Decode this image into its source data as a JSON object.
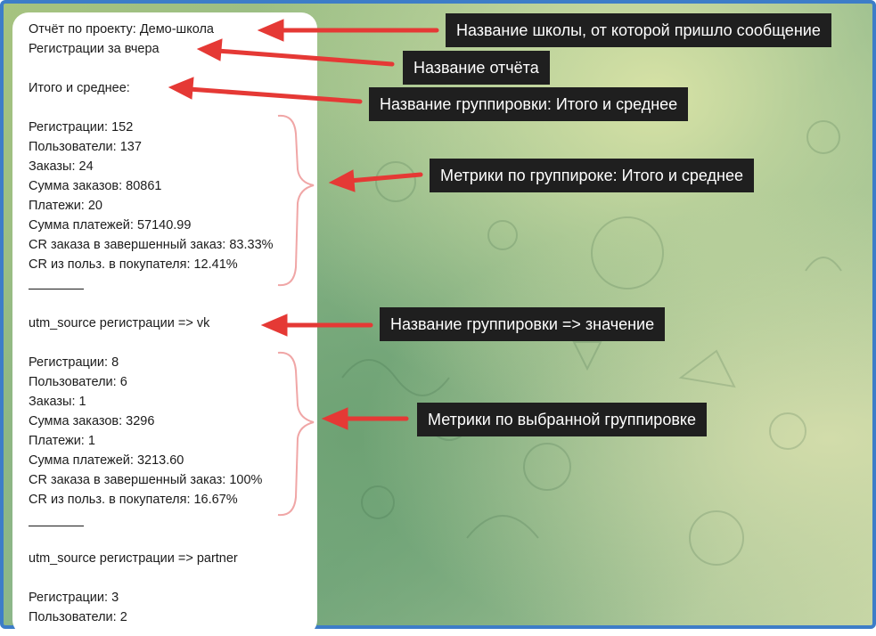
{
  "message": {
    "lines": {
      "report_title": "Отчёт по проекту: Демо-школа",
      "report_name": "Регистрации за вчера",
      "group_total_title": "Итого и среднее:",
      "total": [
        "Регистрации: 152",
        "Пользователи: 137",
        "Заказы: 24",
        "Сумма заказов: 80861",
        "Платежи: 20",
        "Сумма платежей: 57140.99",
        "CR заказа в завершенный заказ: 83.33%",
        "CR из польз. в покупателя: 12.41%"
      ],
      "group_vk_title": "utm_source регистрации => vk",
      "vk": [
        "Регистрации: 8",
        "Пользователи: 6",
        "Заказы: 1",
        "Сумма заказов: 3296",
        "Платежи: 1",
        "Сумма платежей: 3213.60",
        "CR заказа в завершенный заказ: 100%",
        "CR из польз. в покупателя: 16.67%"
      ],
      "group_partner_title": "utm_source регистрации => partner",
      "partner": [
        "Регистрации: 3",
        "Пользователи: 2"
      ]
    }
  },
  "callouts": {
    "school": "Название школы, от которой пришло сообщение",
    "report": "Название отчёта",
    "group_total": "Название группировки: Итого и среднее",
    "metrics_total": "Метрики по группироке: Итого и среднее",
    "group_value": "Название группировки => значение",
    "metrics_selected": "Метрики по выбранной группировке"
  },
  "colors": {
    "arrow": "#e53935",
    "brace": "#f0a6a6",
    "frame_border": "#3d7dc8",
    "callout_bg": "#1f1f1f"
  }
}
